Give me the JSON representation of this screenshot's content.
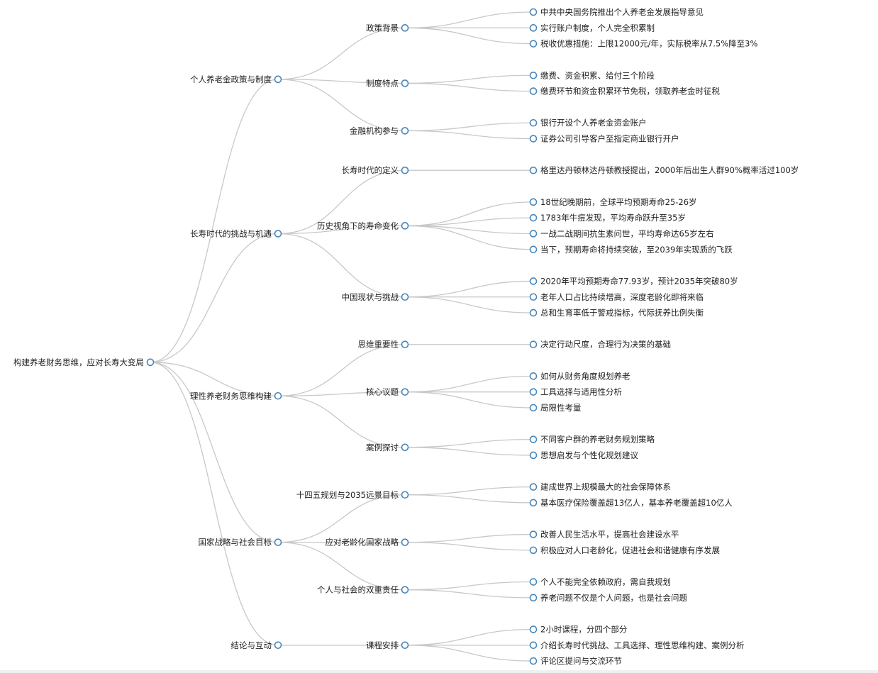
{
  "tree": {
    "name": "构建养老财务思维，应对长寿大变局",
    "children": [
      {
        "name": "个人养老金政策与制度",
        "children": [
          {
            "name": "政策背景",
            "children": [
              {
                "name": "中共中央国务院推出个人养老金发展指导意见"
              },
              {
                "name": "实行账户制度，个人完全积累制"
              },
              {
                "name": "税收优惠措施：上限12000元/年，实际税率从7.5%降至3%"
              }
            ]
          },
          {
            "name": "制度特点",
            "children": [
              {
                "name": "缴费、资金积累、给付三个阶段"
              },
              {
                "name": "缴费环节和资金积累环节免税，领取养老金时征税"
              }
            ]
          },
          {
            "name": "金融机构参与",
            "children": [
              {
                "name": "银行开设个人养老金资金账户"
              },
              {
                "name": "证券公司引导客户至指定商业银行开户"
              }
            ]
          }
        ]
      },
      {
        "name": "长寿时代的挑战与机遇",
        "children": [
          {
            "name": "长寿时代的定义",
            "children": [
              {
                "name": "格里达丹顿林达丹顿教授提出，2000年后出生人群90%概率活过100岁"
              }
            ]
          },
          {
            "name": "历史视角下的寿命变化",
            "children": [
              {
                "name": "18世纪晚期前，全球平均预期寿命25-26岁"
              },
              {
                "name": "1783年牛痘发现，平均寿命跃升至35岁"
              },
              {
                "name": "一战二战期间抗生素问世，平均寿命达65岁左右"
              },
              {
                "name": "当下，预期寿命将持续突破，至2039年实现质的飞跃"
              }
            ]
          },
          {
            "name": "中国现状与挑战",
            "children": [
              {
                "name": "2020年平均预期寿命77.93岁，预计2035年突破80岁"
              },
              {
                "name": "老年人口占比持续增高，深度老龄化即将来临"
              },
              {
                "name": "总和生育率低于警戒指标，代际抚养比例失衡"
              }
            ]
          }
        ]
      },
      {
        "name": "理性养老财务思维构建",
        "children": [
          {
            "name": "思维重要性",
            "children": [
              {
                "name": "决定行动尺度，合理行为决策的基础"
              }
            ]
          },
          {
            "name": "核心议题",
            "children": [
              {
                "name": "如何从财务角度规划养老"
              },
              {
                "name": "工具选择与适用性分析"
              },
              {
                "name": "局限性考量"
              }
            ]
          },
          {
            "name": "案例探讨",
            "children": [
              {
                "name": "不同客户群的养老财务规划策略"
              },
              {
                "name": "思想启发与个性化规划建议"
              }
            ]
          }
        ]
      },
      {
        "name": "国家战略与社会目标",
        "children": [
          {
            "name": "十四五规划与2035远景目标",
            "children": [
              {
                "name": "建成世界上规模最大的社会保障体系"
              },
              {
                "name": "基本医疗保险覆盖超13亿人，基本养老覆盖超10亿人"
              }
            ]
          },
          {
            "name": "应对老龄化国家战略",
            "children": [
              {
                "name": "改善人民生活水平，提高社会建设水平"
              },
              {
                "name": "积极应对人口老龄化，促进社会和谐健康有序发展"
              }
            ]
          },
          {
            "name": "个人与社会的双重责任",
            "children": [
              {
                "name": "个人不能完全依赖政府，需自我规划"
              },
              {
                "name": "养老问题不仅是个人问题，也是社会问题"
              }
            ]
          }
        ]
      },
      {
        "name": "结论与互动",
        "children": [
          {
            "name": "课程安排",
            "children": [
              {
                "name": "2小时课程，分四个部分"
              },
              {
                "name": "介绍长寿时代挑战、工具选择、理性思维构建、案例分析"
              },
              {
                "name": "评论区提问与交流环节"
              }
            ]
          }
        ]
      }
    ]
  },
  "colors": {
    "node_stroke": "#4a86b8",
    "link": "#c8c8c8"
  }
}
